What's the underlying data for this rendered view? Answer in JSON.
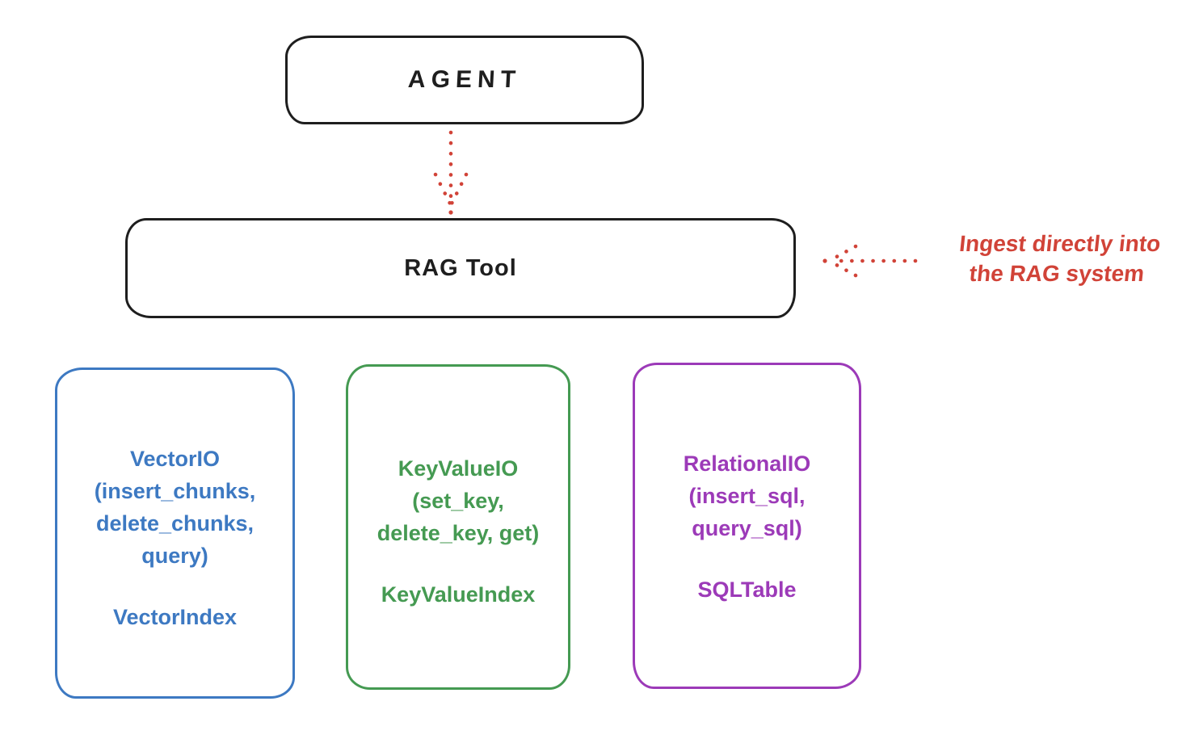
{
  "colors": {
    "ink": "#1e1e1e",
    "red": "#d14338",
    "blue": "#3d79c2",
    "green": "#459a52",
    "purple": "#9c3ab8",
    "background": "#ffffff"
  },
  "agent": {
    "label": "AGENT"
  },
  "rag_tool": {
    "label": "RAG Tool"
  },
  "annotation": {
    "line1": "Ingest directly into",
    "line2": "the RAG system",
    "color": "#d14338"
  },
  "arrows": [
    {
      "name": "agent-to-rag-tool",
      "style": "dotted",
      "color": "#d14338",
      "direction": "down"
    },
    {
      "name": "annotation-to-rag-tool",
      "style": "dotted",
      "color": "#d14338",
      "direction": "left"
    }
  ],
  "backends": [
    {
      "id": "vector",
      "color": "#3d79c2",
      "lines": [
        "VectorIO",
        "(insert_chunks,",
        "delete_chunks,",
        "query)"
      ],
      "index_label": "VectorIndex"
    },
    {
      "id": "keyvalue",
      "color": "#459a52",
      "lines": [
        "KeyValueIO",
        "(set_key,",
        "delete_key, get)"
      ],
      "index_label": "KeyValueIndex"
    },
    {
      "id": "relational",
      "color": "#9c3ab8",
      "lines": [
        "RelationalIO",
        "(insert_sql,",
        "query_sql)"
      ],
      "index_label": "SQLTable"
    }
  ]
}
